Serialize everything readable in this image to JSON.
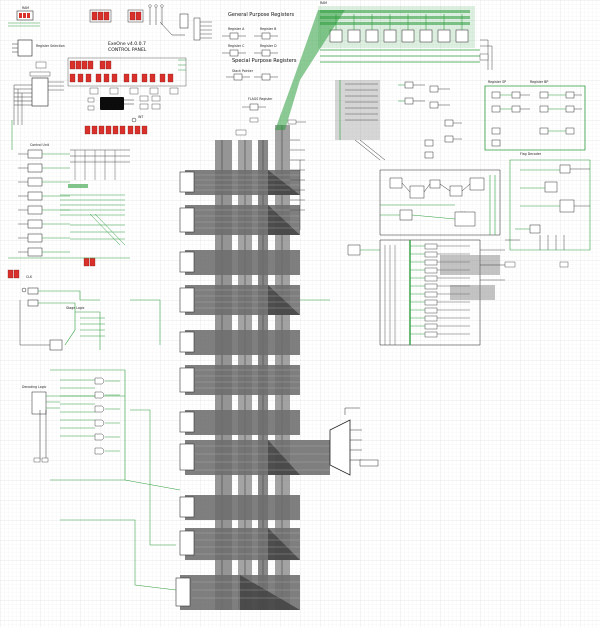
{
  "title": {
    "line1": "ExeOne v4.0.0.7",
    "line2": "CONTROL PANEL"
  },
  "labels": {
    "ram": "RAM",
    "register_sel": "Register Selection",
    "general_regs": "General Purpose Registers",
    "reg_a": "Register A",
    "reg_b": "Register B",
    "reg_c": "Register C",
    "reg_d": "Register D",
    "special_regs": "Special Purpose Registers",
    "stack_pointer": "Stack Pointer",
    "flags_register": "FLAGS Register",
    "alu": "ALU",
    "register_sp": "Register SP",
    "register_bp": "Register BP",
    "flag_decoder": "Flag Decoder",
    "control_unit": "Control Unit",
    "stage_logic": "Stage Logic",
    "decoding_logic": "Decoding Logic",
    "clock": "CLK",
    "interrupt": "INT"
  },
  "colors": {
    "grid": "#e6e6e6",
    "grid_major": "#d3d3d3",
    "wire_active": "#2e9e3e",
    "wire_idle": "#1f2a1f",
    "bus": "#3a3a3a",
    "bus_fill": "#7a7a7a",
    "hex_display": "#d9302c",
    "lcd": "#0c0c0c"
  }
}
